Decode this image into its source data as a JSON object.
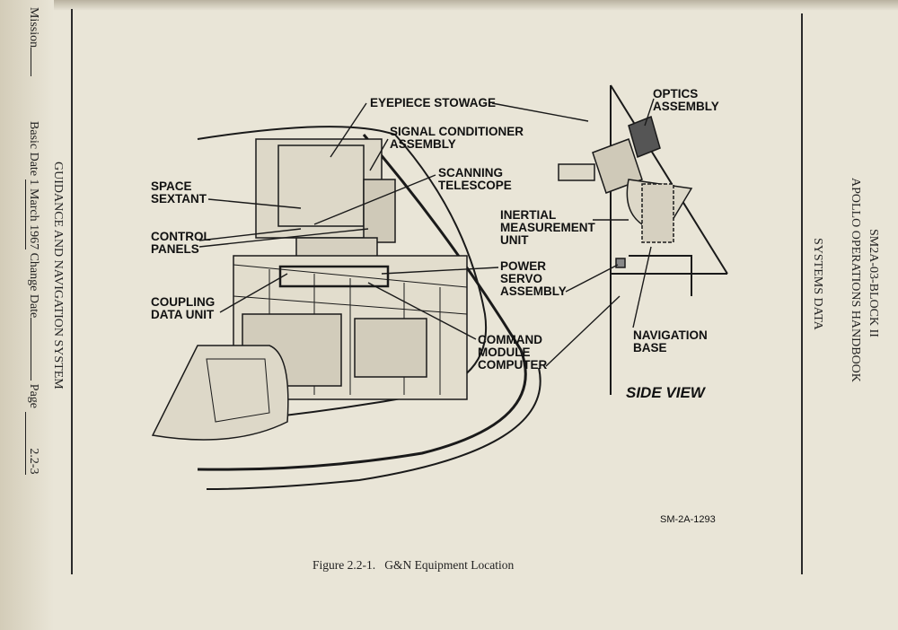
{
  "sidebar_left": {
    "mission_label": "Mission",
    "basic_date_label": "Basic Date",
    "basic_date_value": "1 March 1967",
    "change_date_label": "Change Date",
    "page_label": "Page",
    "page_value": "2.2-3",
    "section_title": "GUIDANCE AND NAVIGATION SYSTEM"
  },
  "sidebar_right": {
    "doc_id": "SM2A-03-BLOCK II",
    "handbook_title": "APOLLO OPERATIONS HANDBOOK",
    "section": "SYSTEMS DATA"
  },
  "figure": {
    "labels": {
      "eyepiece": "EYEPIECE STOWAGE",
      "signal": "SIGNAL CONDITIONER\nASSEMBLY",
      "scanning": "SCANNING\nTELESCOPE",
      "sextant": "SPACE\nSEXTANT",
      "control": "CONTROL\nPANELS",
      "coupling": "COUPLING\nDATA UNIT",
      "imu": "INERTIAL\nMEASUREMENT\nUNIT",
      "psa": "POWER\nSERVO\nASSEMBLY",
      "cmc": "COMMAND\nMODULE\nCOMPUTER",
      "optics": "OPTICS\nASSEMBLY",
      "navbase": "NAVIGATION\nBASE"
    },
    "side_view": "SIDE VIEW",
    "drawing_number": "SM-2A-1293",
    "caption": "Figure 2.2-1.   G&N Equipment Location"
  }
}
